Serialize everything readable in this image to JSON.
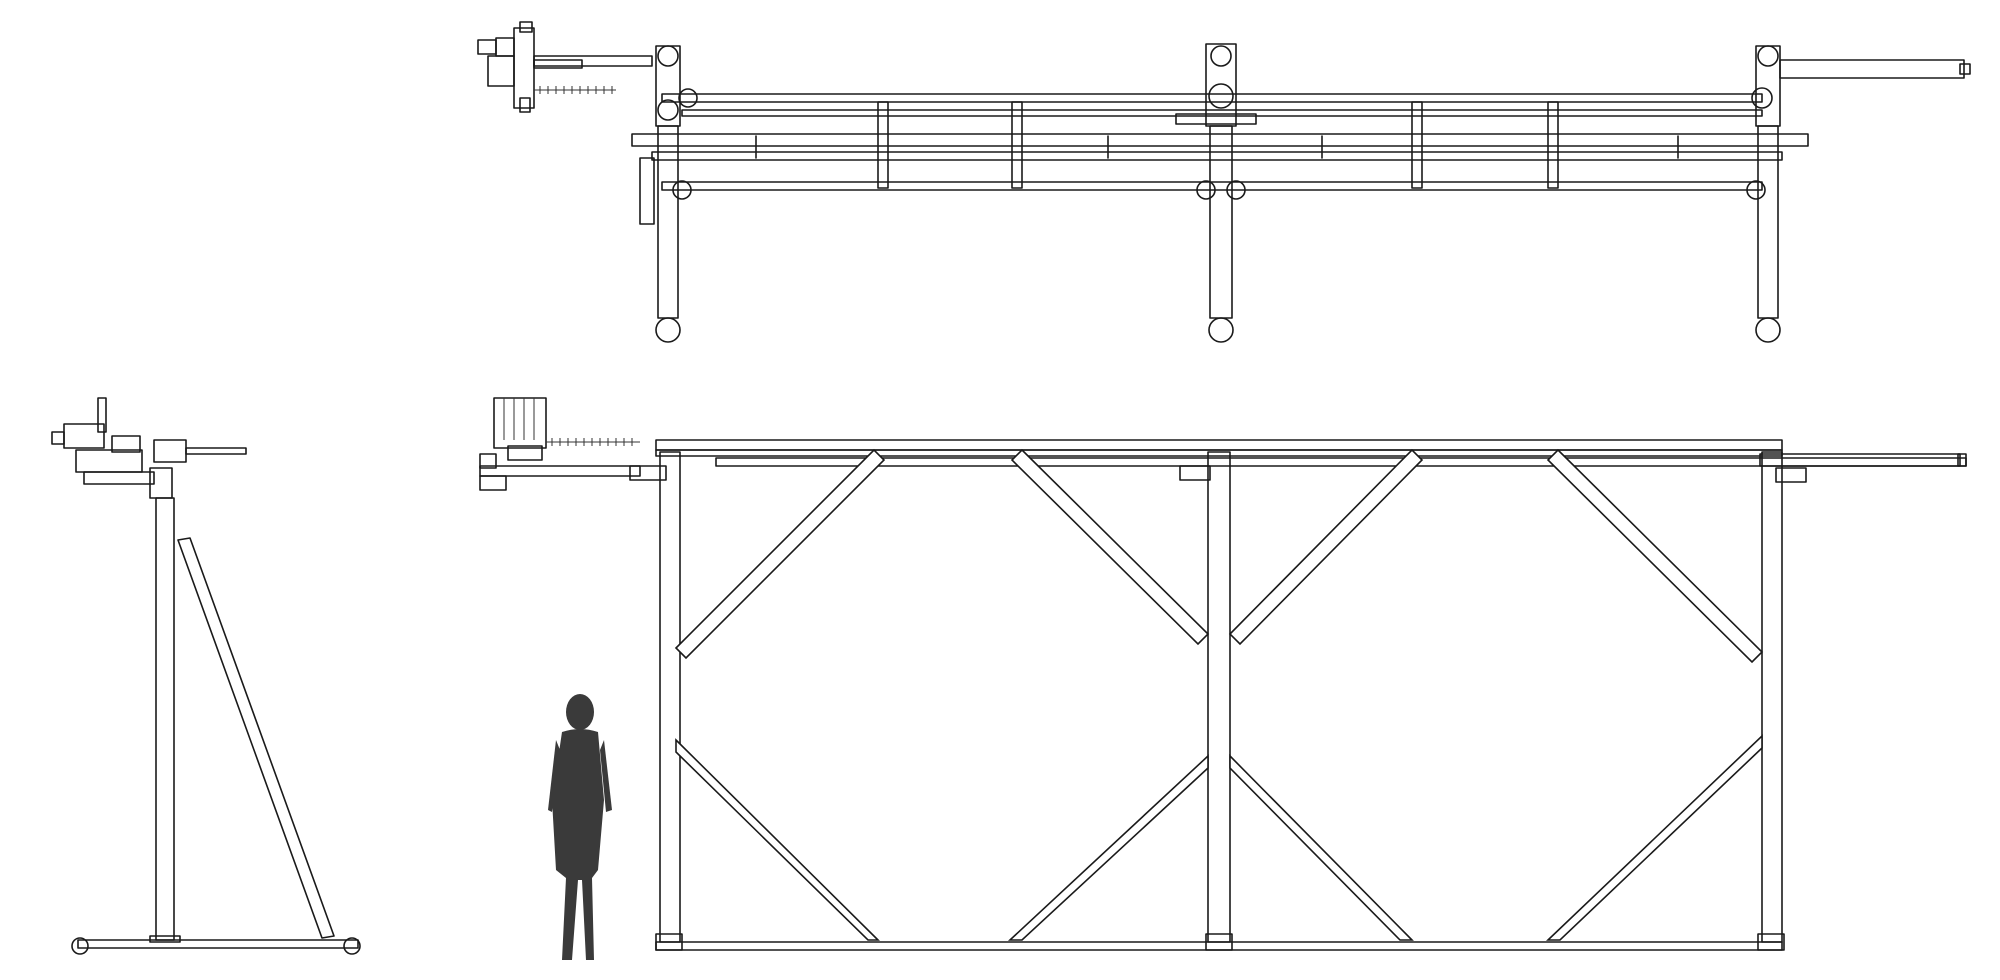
{
  "drawing": {
    "views": [
      {
        "id": "top-view",
        "posts": 3
      },
      {
        "id": "side-view",
        "posts": 1
      },
      {
        "id": "front-view",
        "posts": 3,
        "braced_bays": 2
      }
    ],
    "scale_figure": "human-silhouette-icon",
    "line_color": "#1a1a1a",
    "background_color": "#ffffff",
    "silhouette_color": "#3a3a3a"
  }
}
